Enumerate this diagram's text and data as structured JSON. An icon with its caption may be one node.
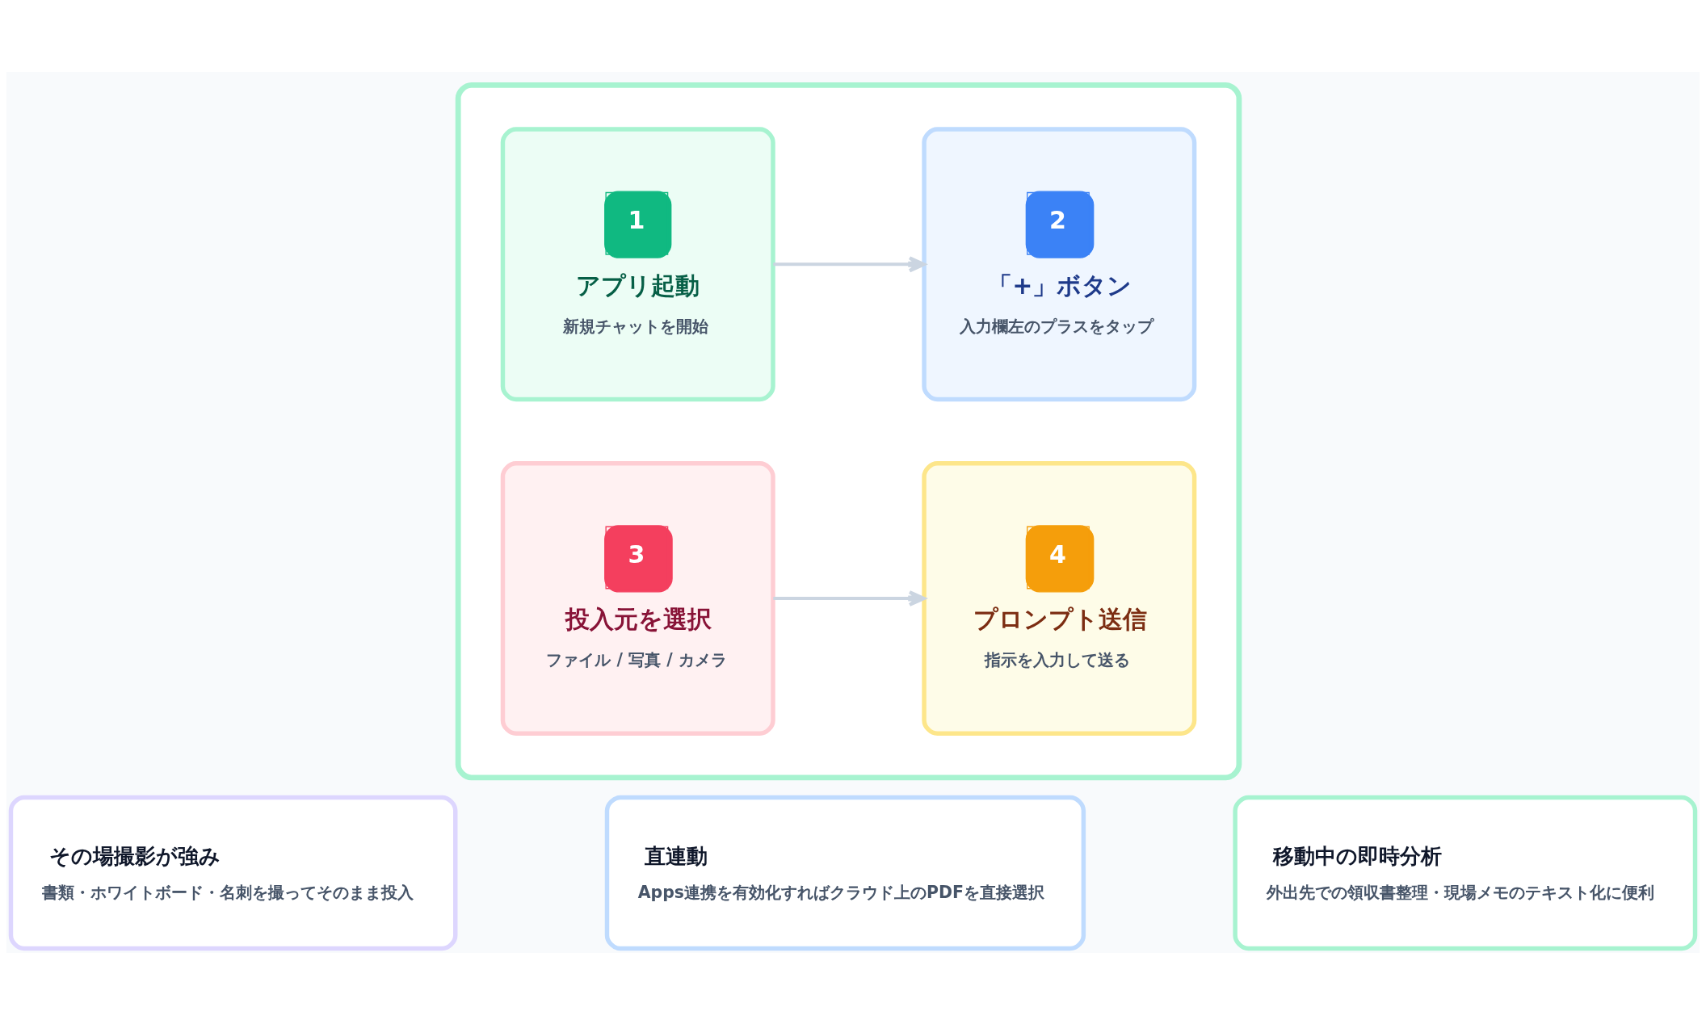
{
  "diagram": {
    "nodes": [
      {
        "text": [],
        "shape": "box"
      },
      {
        "text": [
          "1",
          "アプリ起動",
          "新規チャットを開始"
        ],
        "in": 0
      },
      {
        "text": [
          "2",
          "「+」ボタン",
          "入力欄左のプラスをタップ"
        ],
        "in": 0
      },
      {
        "text": [
          "3",
          "投入元を選択",
          "ファイル / 写真 / カメラ"
        ],
        "in": 0
      },
      {
        "text": [
          "4",
          "プロンプト送信",
          "指示を入力して送る"
        ],
        "in": 0
      },
      {
        "text": [
          "その場撮影が強み",
          "書類・ホワイトボード・名刺を撮ってそのまま投入"
        ]
      },
      {
        "text": [
          "直連動",
          "Apps連携を有効化すればクラウド上のPDFを直接選択"
        ]
      },
      {
        "text": [
          "移動中の即時分析",
          "外出先での領収書整理・現場メモのテキスト化に便利"
        ]
      }
    ],
    "edges": [
      {
        "from": 1,
        "to": 2,
        "arrow": "to"
      },
      {
        "from": 3,
        "to": 4,
        "arrow": "to"
      }
    ]
  }
}
